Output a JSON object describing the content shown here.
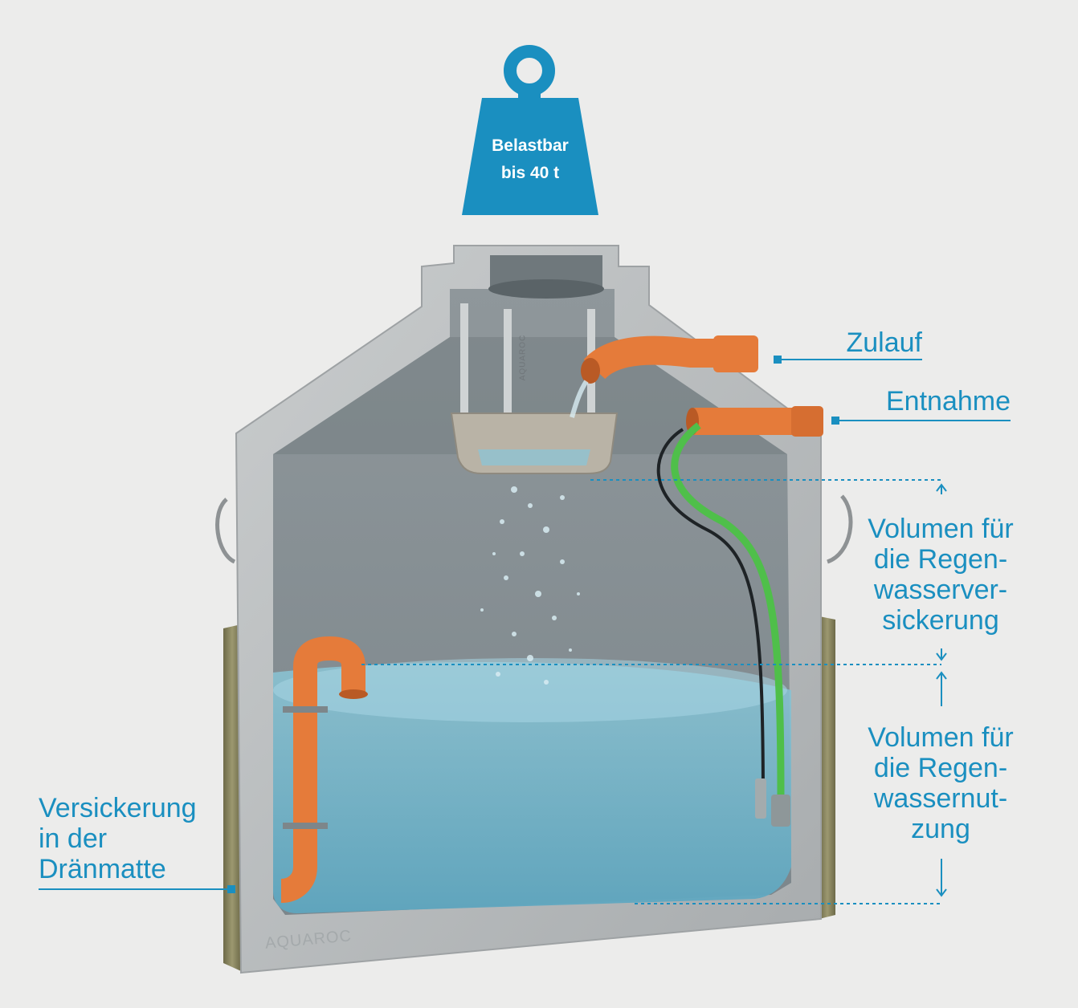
{
  "weight": {
    "line1": "Belastbar",
    "line2": "bis 40 t"
  },
  "labels": {
    "inlet": "Zulauf",
    "outlet": "Entnahme",
    "infiltration_volume": [
      "Volumen für",
      "die Regen-",
      "wasserver-",
      "sickerung"
    ],
    "usage_volume": [
      "Volumen für",
      "die Regen-",
      "wassernut-",
      "zung"
    ],
    "drain_mat": [
      "Versickerung",
      "in der",
      "Dränmatte"
    ]
  },
  "logos": {
    "tank_logo": "AQUAROC",
    "strap_logo": "AQUAROC"
  },
  "colors": {
    "accent": "#1a8fc0",
    "weight": "#1a8fc0",
    "concrete": "#b9bcbd",
    "water": "#6fb6cd",
    "pipe": "#e57b3a",
    "hose": "#4fbf4a",
    "background": "#ececeb"
  }
}
